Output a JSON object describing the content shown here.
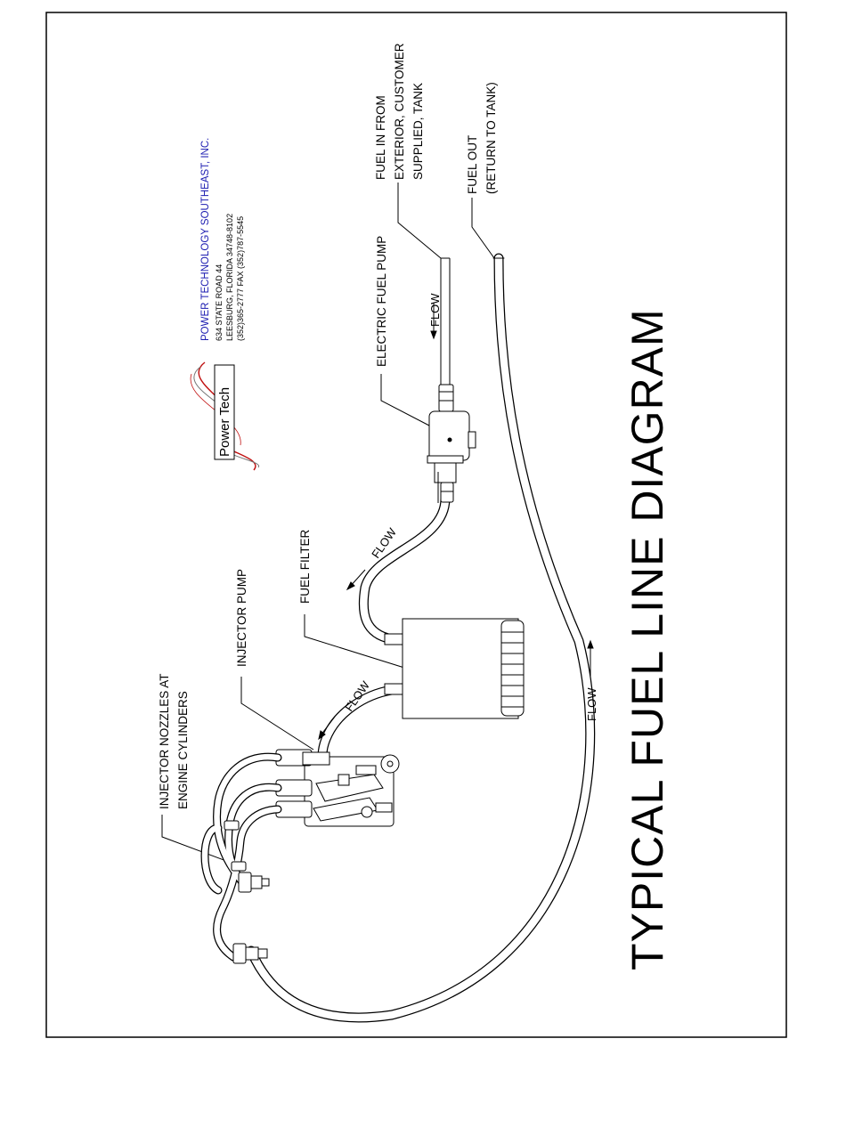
{
  "title": "TYPICAL FUEL LINE DIAGRAM",
  "company": {
    "name": "POWER TECHNOLOGY SOUTHEAST, INC.",
    "address_line1": "634 STATE ROAD 44",
    "address_line2": "LEESBURG, FLORIDA 34748-8102",
    "phone_fax": "(352)365-2777  FAX (352)787-5545",
    "logo_text": "Power Tech",
    "name_color": "#1a1ab0"
  },
  "labels": {
    "fuel_in_line1": "FUEL IN FROM",
    "fuel_in_line2": "EXTERIOR, CUSTOMER",
    "fuel_in_line3": "SUPPLIED, TANK",
    "fuel_out_line1": "FUEL OUT",
    "fuel_out_line2": "(RETURN TO TANK)",
    "electric_pump": "ELECTRIC FUEL PUMP",
    "fuel_filter": "FUEL FILTER",
    "injector_pump": "INJECTOR PUMP",
    "nozzles_line1": "INJECTOR NOZZLES AT",
    "nozzles_line2": "ENGINE CYLINDERS"
  },
  "flow": {
    "pump_inlet": "FLOW",
    "pump_to_filter": "FLOW",
    "filter_to_injector": "FLOW",
    "return_line": "FLOW"
  }
}
